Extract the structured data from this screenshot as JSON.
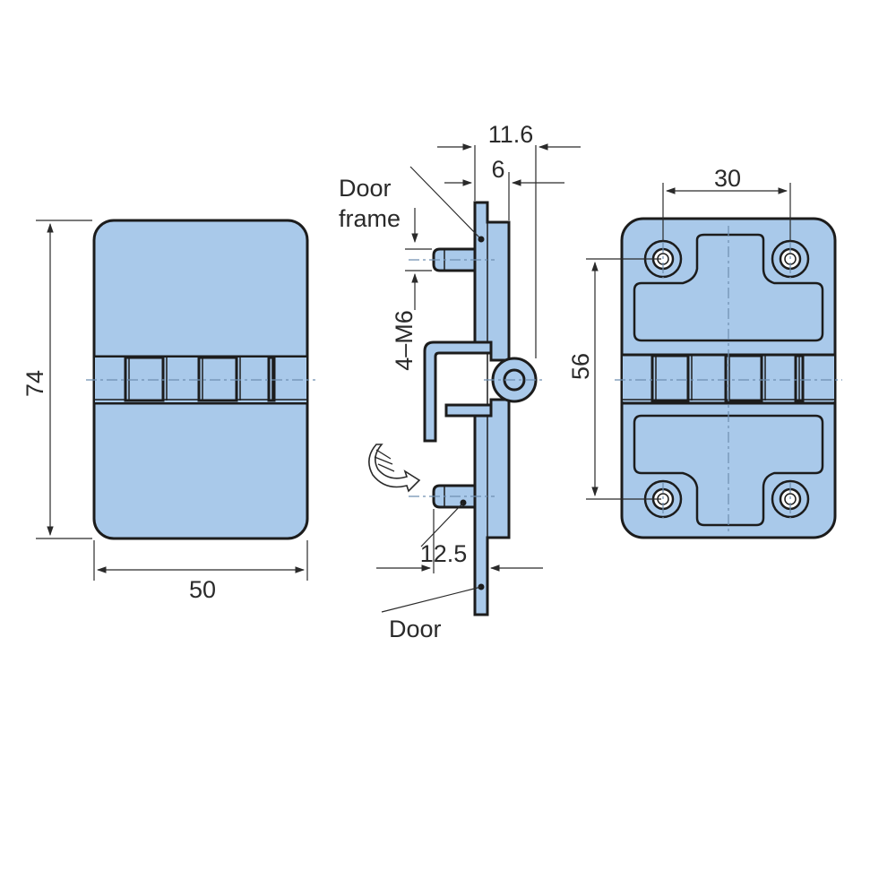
{
  "dimensions": {
    "height_74": "74",
    "width_50": "50",
    "offset_11_6": "11.6",
    "offset_6": "6",
    "thread_4_m6": "4–M6",
    "stud_12_5": "12.5",
    "hole_spacing_30": "30",
    "hole_spacing_56": "56"
  },
  "labels": {
    "door_frame_line1": "Door",
    "door_frame_line2": "frame",
    "door": "Door"
  },
  "colors": {
    "part_fill": "#a9c9ea",
    "outline": "#1c1c1c",
    "text": "#2a2a2a"
  },
  "icons": {
    "rotation": "rotation-arrow-icon"
  }
}
